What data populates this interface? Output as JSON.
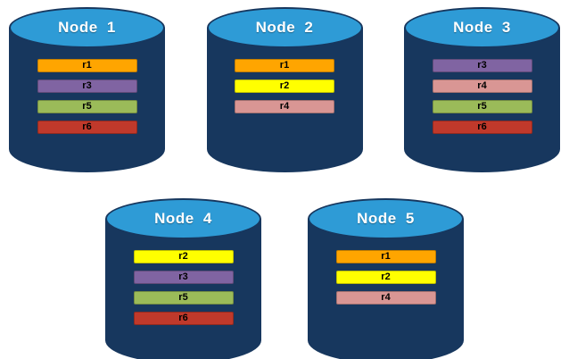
{
  "diagram": {
    "title": "",
    "background_color": "#ffffff",
    "cylinder_body_color": "#17375E",
    "cylinder_top_color": "#2E9BD6",
    "node_label_color": "#ffffff",
    "record_colors": {
      "r1": "#FFA500",
      "r2": "#FFFF00",
      "r3": "#8064A2",
      "r4": "#D99694",
      "r5": "#9BBB59",
      "r6": "#C0392B"
    },
    "nodes": [
      {
        "label": "Node 1",
        "row": 1,
        "records": [
          "r1",
          "r3",
          "r5",
          "r6"
        ]
      },
      {
        "label": "Node 2",
        "row": 1,
        "records": [
          "r1",
          "r2",
          "r4"
        ]
      },
      {
        "label": "Node 3",
        "row": 1,
        "records": [
          "r3",
          "r4",
          "r5",
          "r6"
        ]
      },
      {
        "label": "Node 4",
        "row": 2,
        "records": [
          "r2",
          "r3",
          "r5",
          "r6"
        ]
      },
      {
        "label": "Node 5",
        "row": 2,
        "records": [
          "r1",
          "r2",
          "r4"
        ]
      }
    ]
  }
}
